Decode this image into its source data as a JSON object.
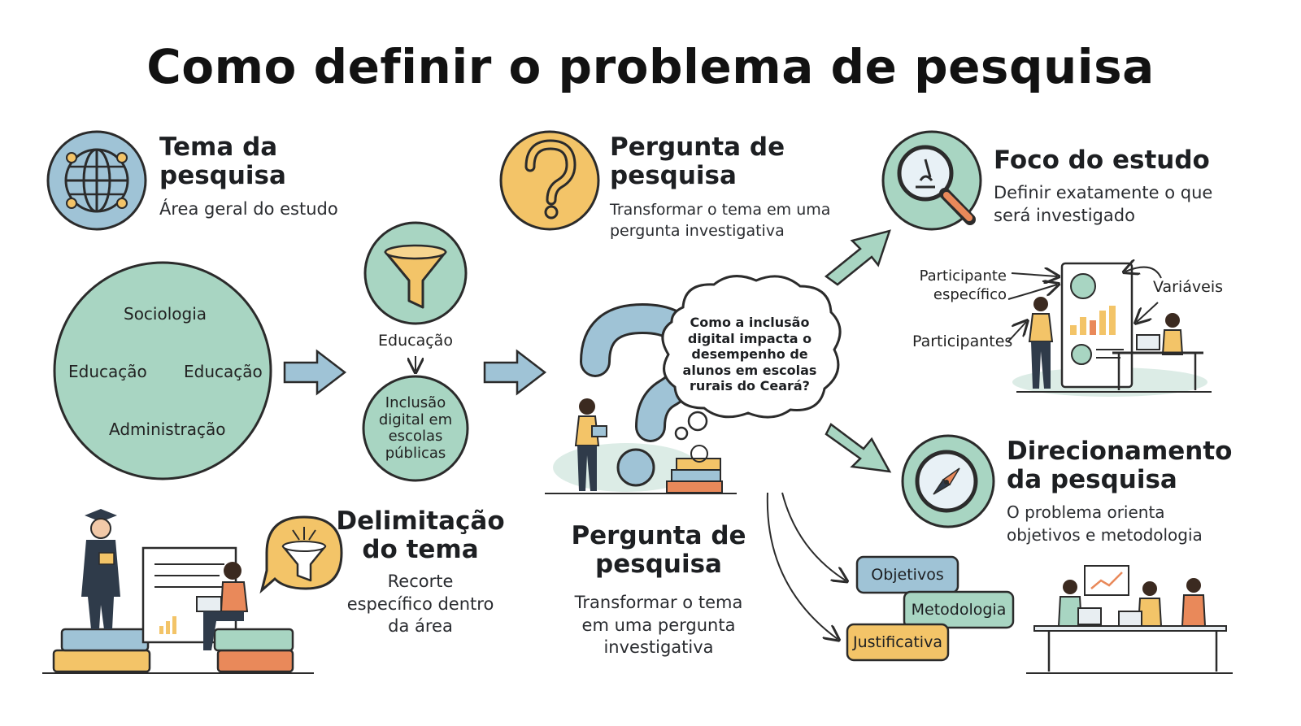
{
  "title": "Como definir o problema de pesquisa",
  "tema": {
    "heading": "Tema da pesquisa",
    "sub": "Área geral do estudo"
  },
  "areas": {
    "a1": "Sociologia",
    "a2": "Educação",
    "a3": "Educação",
    "a4": "Administração"
  },
  "funnel": {
    "label": "Educação",
    "result": "Inclusão digital em escolas públicas"
  },
  "delimitacao": {
    "heading": "Delimitação do tema",
    "sub": "Recorte específico dentro da área"
  },
  "pergunta_top": {
    "heading": "Pergunta de pesquisa",
    "sub": "Transformar o tema em uma pergunta investigativa"
  },
  "thought": "Como a inclusão digital impacta o desempenho de alunos em escolas rurais do Ceará?",
  "pergunta_bottom": {
    "heading": "Pergunta de pesquisa",
    "sub": "Transformar o tema em uma pergunta investigativa"
  },
  "foco": {
    "heading": "Foco do estudo",
    "sub": "Definir exatamente o que será investigado",
    "lbl_participante": "Participante específico",
    "lbl_variaveis": "Variáveis",
    "lbl_participantes": "Participantes"
  },
  "direcionamento": {
    "heading": "Direcionamento da pesquisa",
    "sub": "O problema orienta objetivos e metodologia"
  },
  "tags": {
    "objetivos": "Objetivos",
    "metodologia": "Metodologia",
    "justificativa": "Justificativa"
  },
  "colors": {
    "teal": "#a8d5c2",
    "blue": "#9fc3d6",
    "yellow": "#f3c468",
    "orange": "#e9895a",
    "ink": "#2b2b2b"
  }
}
